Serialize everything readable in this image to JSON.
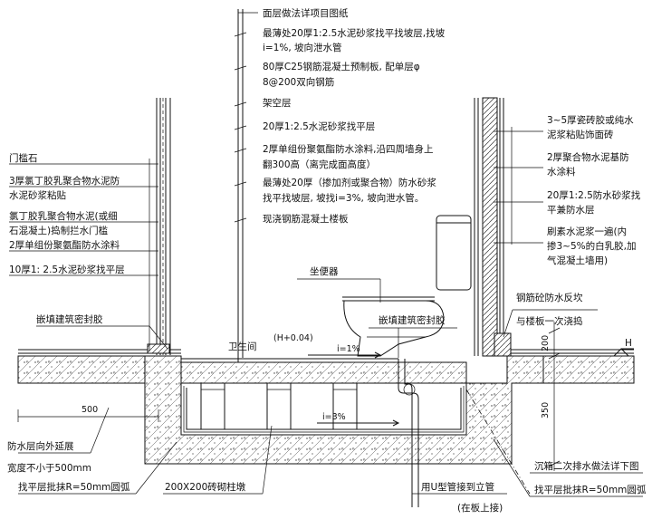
{
  "center_labels": [
    "面层做法详项目图纸",
    "最薄处20厚1:2.5水泥砂浆找平找坡层,找坡",
    "i=1%, 坡向泄水管",
    "80厚C25钢筋混凝土预制板, 配单层φ",
    "8@200双向钢筋",
    "架空层",
    "20厚1:2.5水泥砂浆找平层",
    "2厚单组份聚氨酯防水涂料,沿四周墙身上",
    "翻300高（离完成面高度）",
    "最薄处20厚（掺加剂或聚合物）防水砂浆",
    "找平找坡层, 坡找i=3%, 坡向泄水管。",
    "现浇钢筋混凝土楼板"
  ],
  "left_labels": [
    "门槛石",
    "3厚氯丁胶乳聚合物水泥防",
    "水泥砂浆粘贴",
    "氯丁胶乳聚合物水泥(或细",
    "石混凝土)捣制拦水门槛",
    "2厚单组份聚氨酯防水涂料",
    "10厚1: 2.5水泥砂浆找平层"
  ],
  "right_labels": [
    "3~5厚瓷砖胶或纯水",
    "泥浆粘贴饰面砖",
    "2厚聚合物水泥基防",
    "水涂料",
    "20厚1:2.5防水砂浆找",
    "平兼防水层",
    "刷素水泥浆一遍(内",
    "掺3~5%的白乳胶,加",
    "气混凝土墙用)"
  ],
  "annotations": {
    "toilet": "坐便器",
    "sealant_left": "嵌填建筑密封胶",
    "sealant_mid": "嵌填建筑密封胶",
    "rebar_curb_1": "钢筋砼防水反坎",
    "rebar_curb_2": "与楼板一次浇捣",
    "bathroom": "卫生间",
    "elevation": "(H+0.04)",
    "slope_top": "i=1%",
    "slope_bottom": "i=3%",
    "h_mark": "H",
    "dim_200": "200",
    "dim_350": "350",
    "dim_500": "500",
    "extend_1": "防水层向外延展",
    "extend_2": "宽度不小于500mm",
    "fillet_left": "找平层批抹R=50mm圆弧",
    "brick_piers": "200X200砖砌柱墩",
    "pipe_1": "用U型管接到立管",
    "pipe_2": "(在板上接)",
    "secondary_drain": "沉箱二次排水做法详下图",
    "fillet_right": "找平层批抹R=50mm圆弧"
  }
}
